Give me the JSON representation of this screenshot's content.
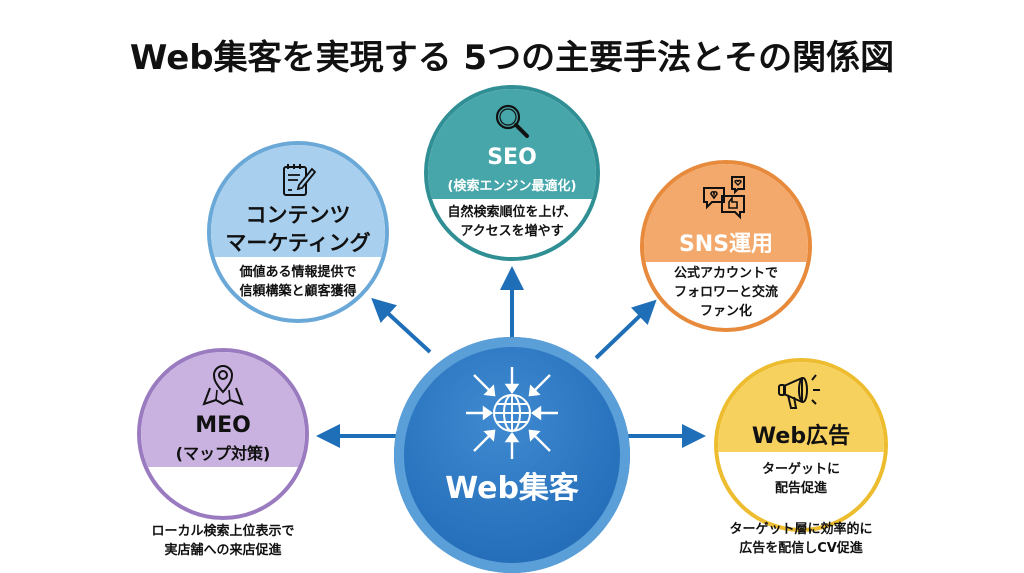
{
  "title": "Web集客を実現する 5つの主要手法とその関係図",
  "center": {
    "label": "Web集客",
    "icon": "globe-with-inward-arrows-icon"
  },
  "colors": {
    "arrow": "#1f6fb8",
    "seo": "#46a6aa",
    "content": "#a8cfee",
    "sns": "#f3a96b",
    "meo": "#c9b2e0",
    "ad": "#f7d15e",
    "hub": "#2a74bf"
  },
  "methods": {
    "seo": {
      "name": "SEO",
      "subtitle": "(検索エンジン最適化)",
      "desc": [
        "自然検索順位を上げ、",
        "アクセスを増やす"
      ],
      "icon": "magnifier-icon"
    },
    "content": {
      "name": [
        "コンテンツ",
        "マーケティング"
      ],
      "desc": [
        "価値ある情報提供で",
        "信頼構築と顧客獲得"
      ],
      "icon": "notepad-pen-icon"
    },
    "sns": {
      "name": "SNS運用",
      "desc": [
        "公式アカウントで",
        "フォロワーと交流",
        "ファン化"
      ],
      "icon": "chat-bubbles-icon"
    },
    "meo": {
      "name": "MEO",
      "subtitle": "(マップ対策)",
      "outside_desc": [
        "ローカル検索上位表示で",
        "実店舗への来店促進"
      ],
      "icon": "map-pin-icon"
    },
    "ad": {
      "name": "Web広告",
      "desc": [
        "ターゲットに",
        "配告促進"
      ],
      "outside_desc": [
        "ターゲット層に効率的に",
        "広告を配信しCV促進"
      ],
      "icon": "megaphone-icon"
    }
  }
}
